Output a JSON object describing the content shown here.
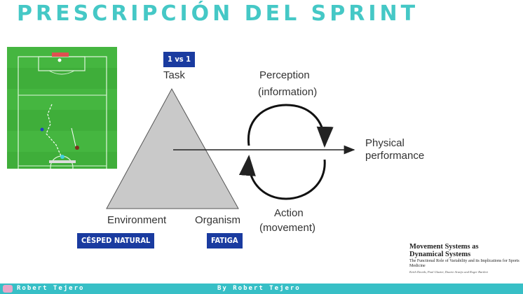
{
  "title": "PRESCRIPCIÓN DEL SPRINT",
  "task_badge": "1 vs 1",
  "labels": {
    "task": "Task",
    "environment": "Environment",
    "organism": "Organism",
    "perception": "Perception",
    "perception_sub": "(information)",
    "action": "Action",
    "action_sub": "(movement)",
    "outcome_line1": "Physical",
    "outcome_line2": "performance"
  },
  "badges": {
    "environment": "CÉSPED NATURAL",
    "organism": "FATIGA"
  },
  "book": {
    "title_line1": "Movement Systems as",
    "title_line2": "Dynamical Systems",
    "subtitle": "The Functional Role of Variability and its Implications for Sports Medicine",
    "authors": "Keith Davids, Paul Glazier, Duarte Araújo and Roger Bartlett"
  },
  "footer": {
    "left": "Robert Tejero",
    "center": "By Robert Tejero"
  },
  "colors": {
    "title": "#45c8c6",
    "badge": "#1a3ba0",
    "triangle": "#c9c9c9",
    "pitch": "#3fae3a",
    "footer": "#37bfc6"
  }
}
